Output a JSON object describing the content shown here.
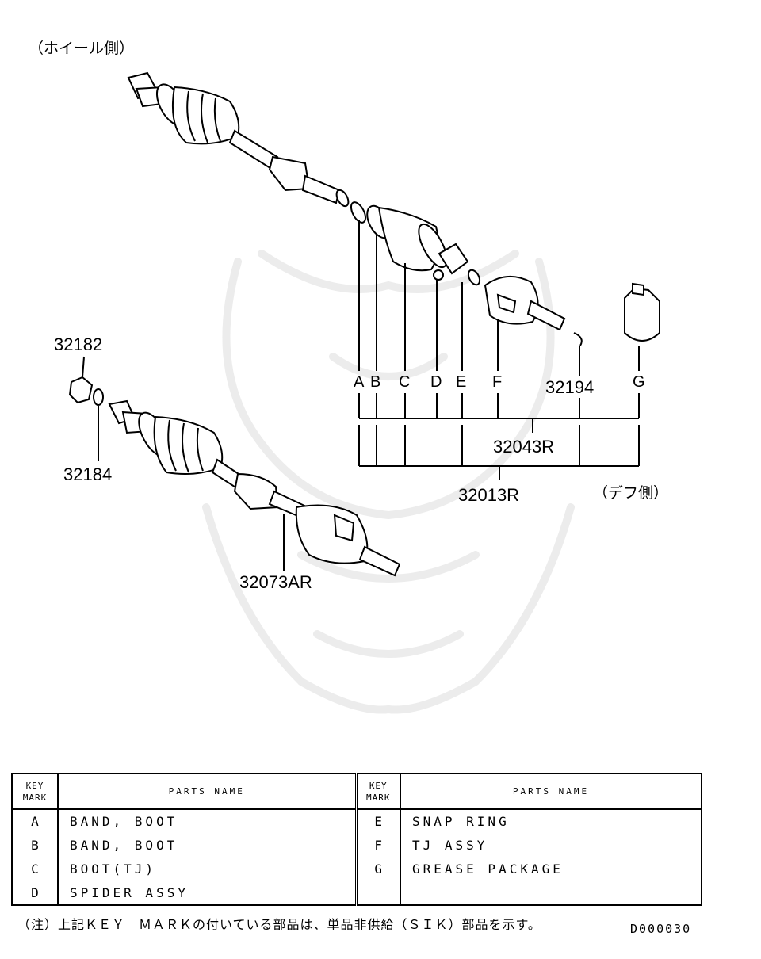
{
  "diagram": {
    "wheel_side": "（ホイール側）",
    "diff_side": "（デフ側）",
    "callouts": {
      "p32182": "32182",
      "p32184": "32184",
      "p32073AR": "32073AR",
      "p32194": "32194",
      "p32043R": "32043R",
      "p32013R": "32013R"
    },
    "key_marks": [
      "A",
      "B",
      "C",
      "D",
      "E",
      "F",
      "G"
    ]
  },
  "legend": {
    "key_header_line1": "KEY",
    "key_header_line2": "MARK",
    "parts_header": "PARTS NAME",
    "rows_left": [
      {
        "mark": "A",
        "name": "BAND, BOOT"
      },
      {
        "mark": "B",
        "name": "BAND, BOOT"
      },
      {
        "mark": "C",
        "name": "BOOT(TJ)"
      },
      {
        "mark": "D",
        "name": "SPIDER ASSY"
      }
    ],
    "rows_right": [
      {
        "mark": "E",
        "name": "SNAP RING"
      },
      {
        "mark": "F",
        "name": "TJ ASSY"
      },
      {
        "mark": "G",
        "name": "GREASE PACKAGE"
      },
      {
        "mark": "",
        "name": ""
      }
    ]
  },
  "footer": {
    "note": "（注）上記ＫＥＹ　ＭＡＲＫの付いている部品は、単品非供給（ＳＩＫ）部品を示す。",
    "code": "D000030"
  }
}
